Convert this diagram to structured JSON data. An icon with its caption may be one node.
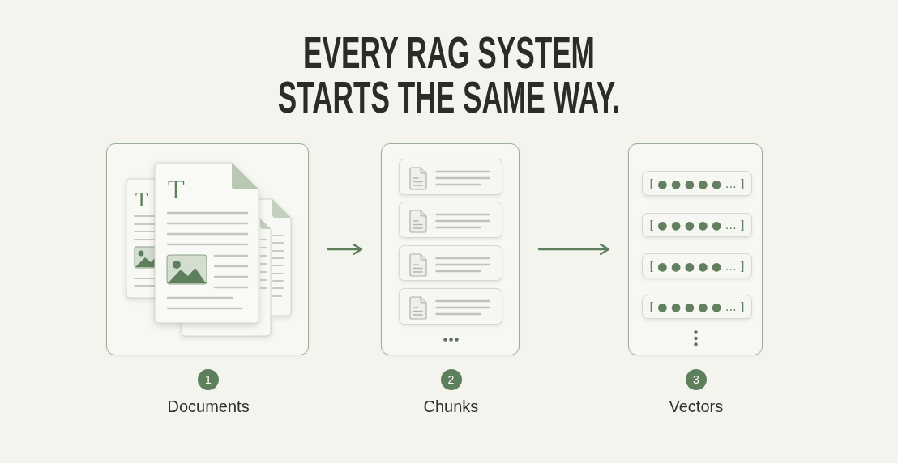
{
  "diagram": {
    "title": "EVERY RAG SYSTEM STARTS THE SAME WAY.",
    "nodes": [
      {
        "text": [
          "Documents"
        ],
        "beside": [
          "1"
        ]
      },
      {
        "text": [
          "Chunks"
        ],
        "beside": [
          "2"
        ]
      },
      {
        "text": [],
        "shape": "box",
        "in": 1
      },
      {
        "text": [],
        "shape": "box",
        "in": 1
      },
      {
        "text": [],
        "shape": "box",
        "in": 1
      },
      {
        "text": [],
        "shape": "box",
        "in": 1
      },
      {
        "text": [
          "Vectors"
        ],
        "beside": [
          "3"
        ]
      },
      {
        "text": [
          "[ ● ● ● ● ● … ]"
        ],
        "in": 6
      },
      {
        "text": [
          "[ ● ● ● ● ● … ]"
        ],
        "in": 6
      },
      {
        "text": [
          "[ ● ● ● ● ● … ]"
        ],
        "in": 6
      },
      {
        "text": [
          "[ ● ● ● ● ● … ]"
        ],
        "in": 6
      }
    ],
    "edges": [
      {
        "from": 0,
        "to": 1,
        "arrow": "to"
      },
      {
        "from": 1,
        "to": 6,
        "arrow": "to"
      }
    ],
    "labels": [
      "T",
      "T"
    ]
  }
}
